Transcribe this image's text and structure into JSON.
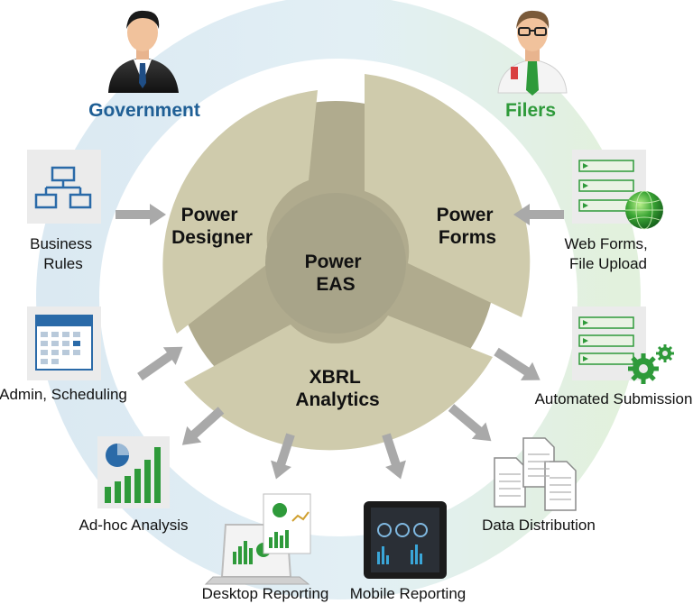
{
  "roles": {
    "government": "Government",
    "filers": "Filers"
  },
  "segments": {
    "center": [
      "Power",
      "EAS"
    ],
    "designer": [
      "Power",
      "Designer"
    ],
    "forms": [
      "Power",
      "Forms"
    ],
    "analytics": [
      "XBRL",
      "Analytics"
    ]
  },
  "items": {
    "business_rules": [
      "Business",
      "Rules"
    ],
    "admin_scheduling": "Admin, Scheduling",
    "adhoc_analysis": "Ad-hoc Analysis",
    "desktop_reporting": "Desktop Reporting",
    "mobile_reporting": "Mobile Reporting",
    "data_distribution": "Data Distribution",
    "automated_submission": "Automated Submission",
    "web_forms": [
      "Web Forms,",
      "File Upload"
    ]
  },
  "colors": {
    "government": "#1f5f95",
    "filers": "#2e9a3a",
    "segment": "#cfcbac",
    "segment_dark": "#a9a588",
    "hub": "#a6a287",
    "arrow": "#a9a9a9",
    "ring_blue": "#d7e8f2",
    "ring_green": "#dff0d8"
  }
}
